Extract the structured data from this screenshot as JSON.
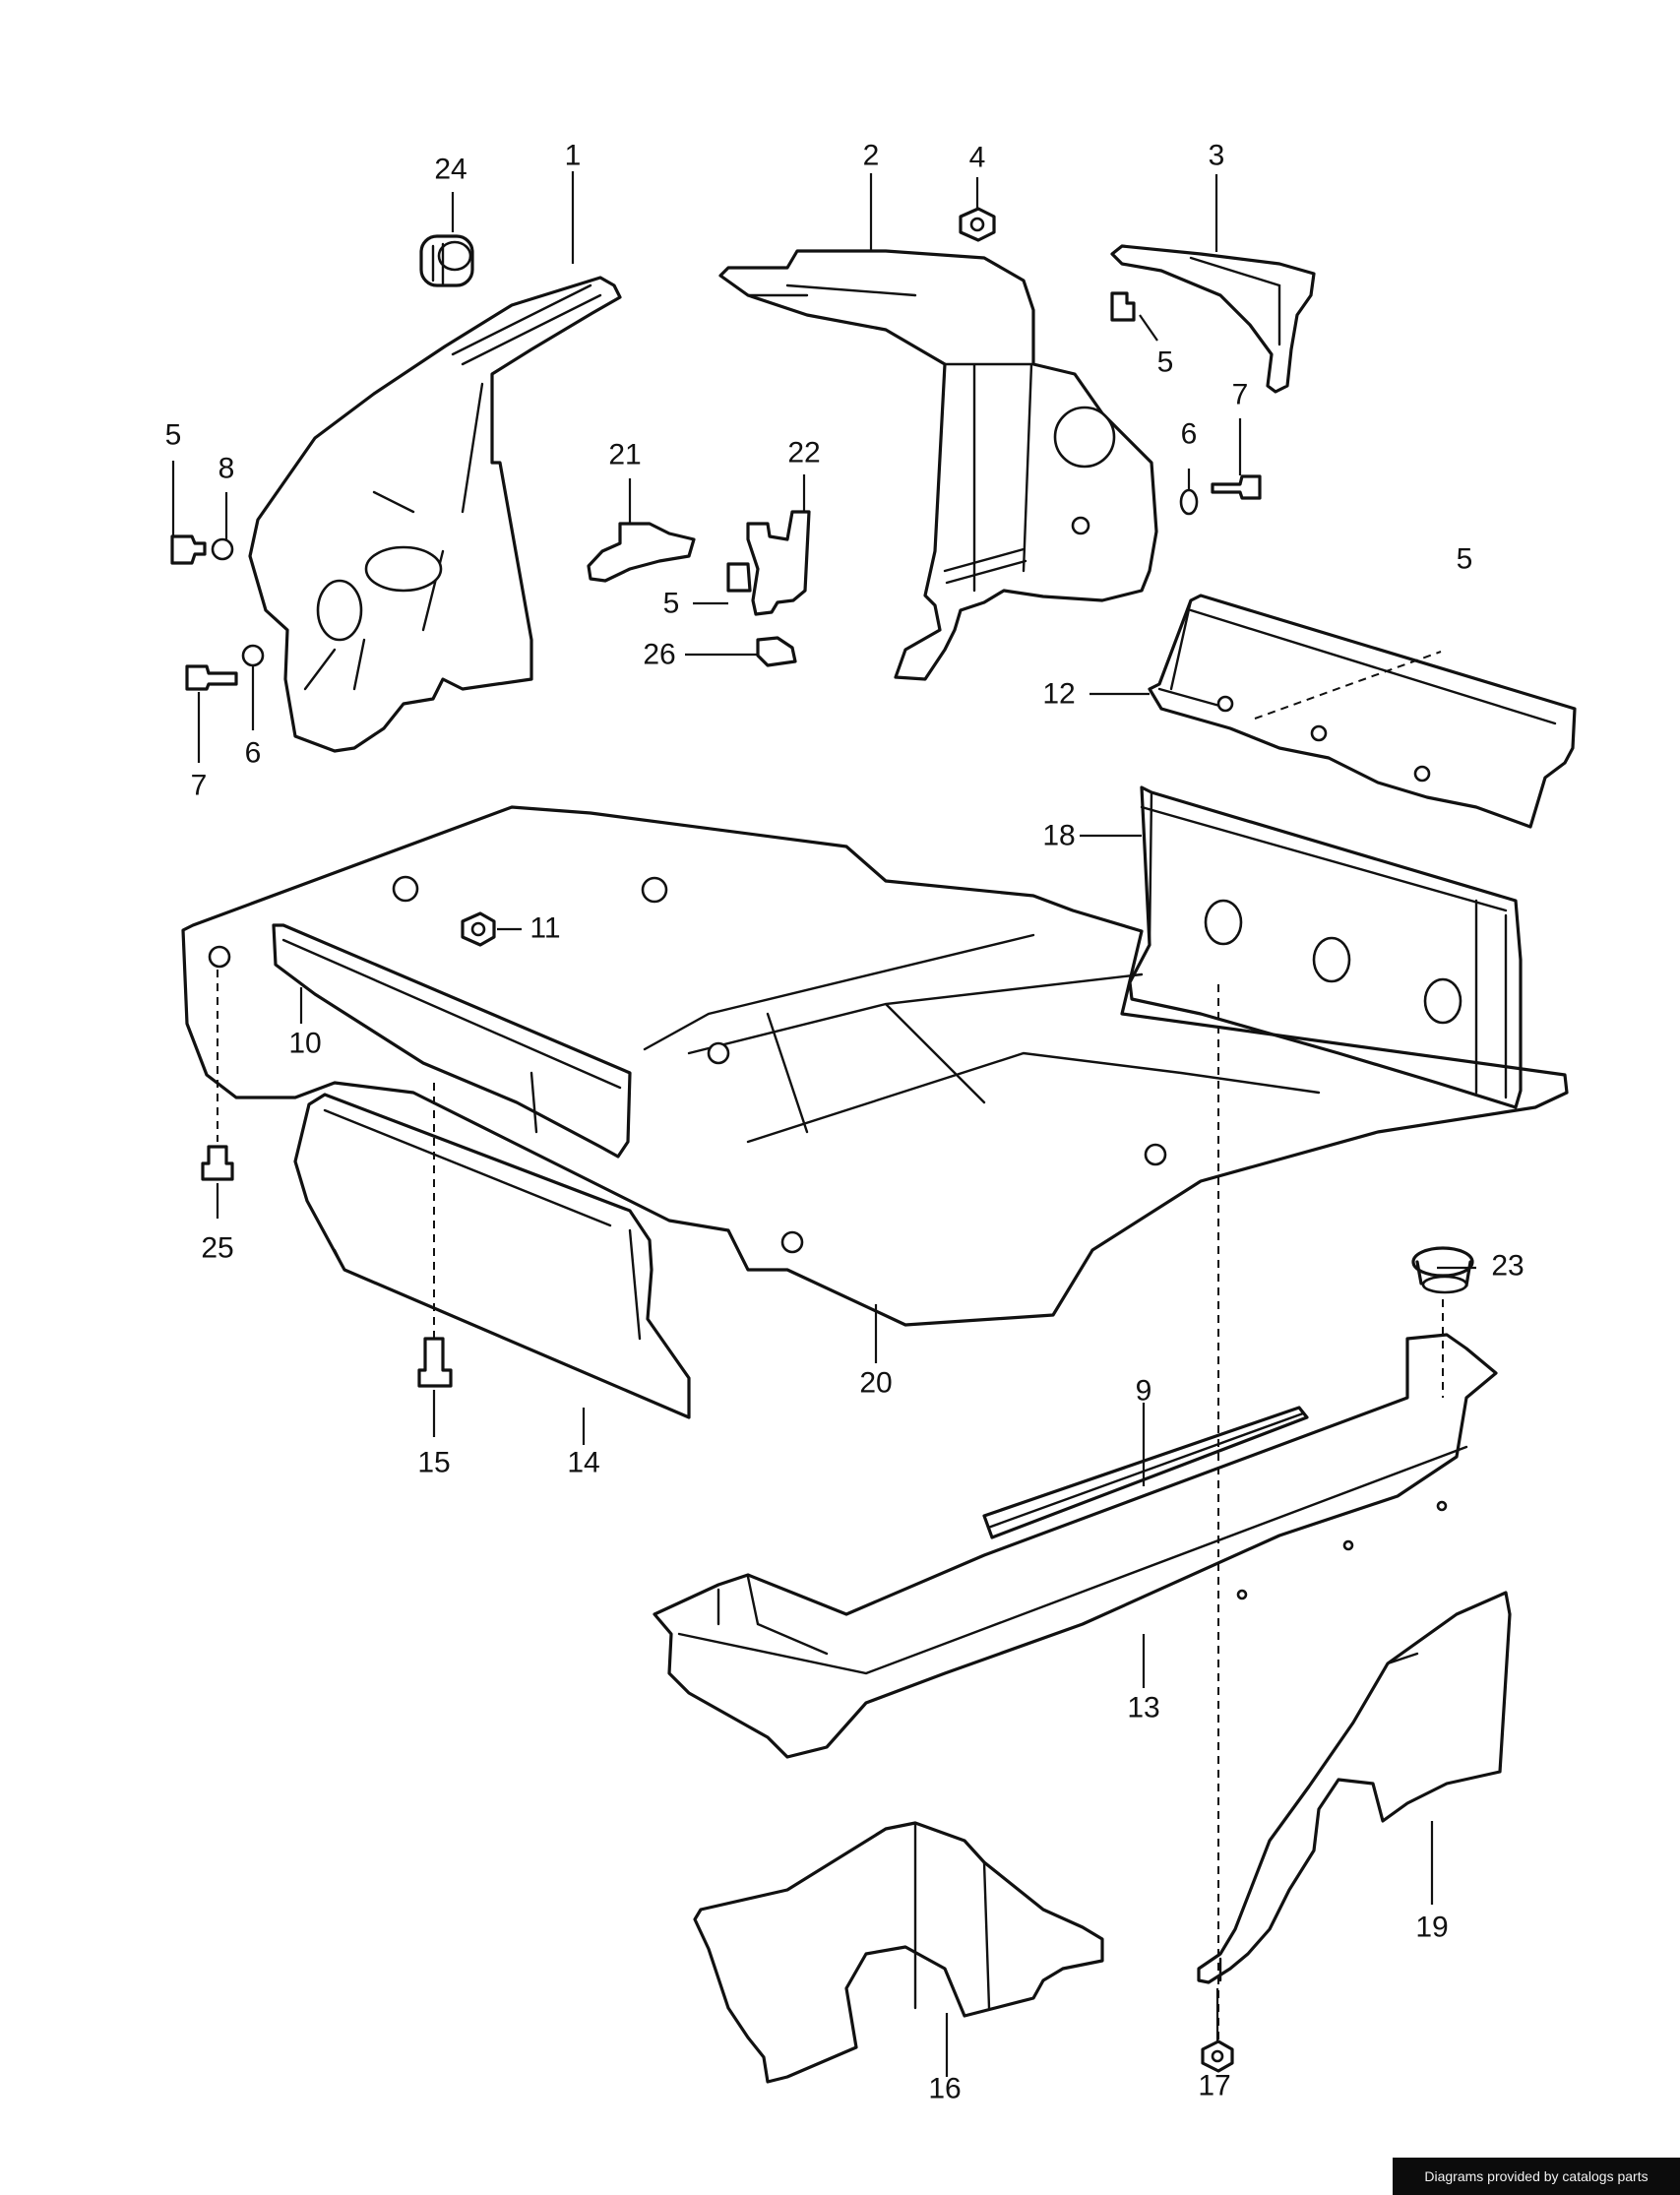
{
  "diagram": {
    "callouts": [
      "1",
      "2",
      "3",
      "4",
      "5",
      "5",
      "5",
      "5",
      "6",
      "6",
      "7",
      "7",
      "8",
      "9",
      "10",
      "11",
      "12",
      "13",
      "14",
      "15",
      "16",
      "17",
      "18",
      "19",
      "20",
      "21",
      "22",
      "23",
      "24",
      "25",
      "26"
    ]
  },
  "footer": {
    "credit": "Diagrams provided by catalogs parts"
  }
}
